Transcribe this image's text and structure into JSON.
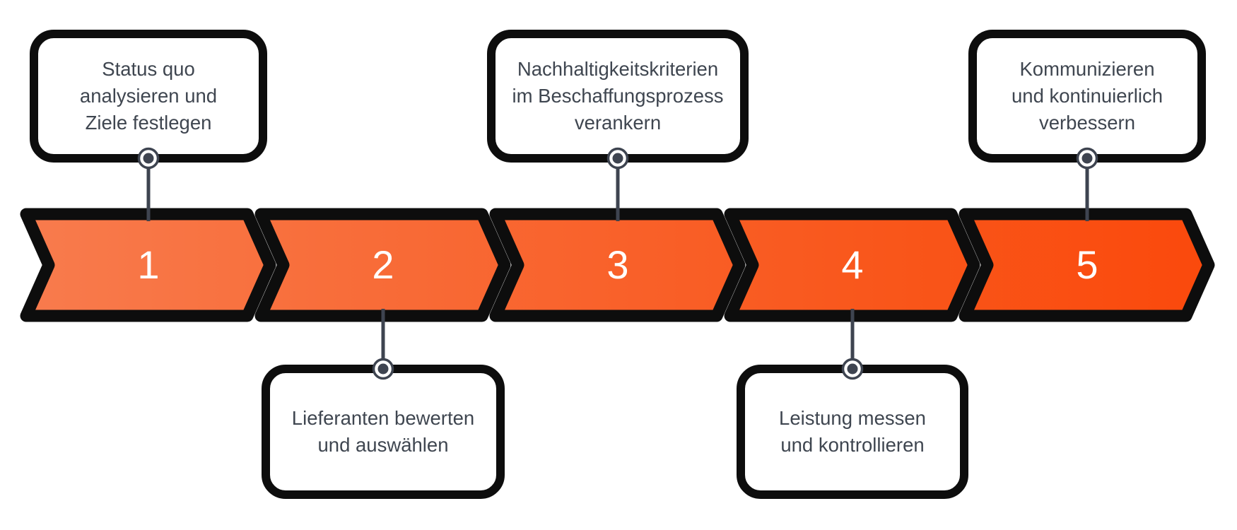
{
  "diagram": {
    "type": "process-chevron-timeline",
    "step_count": 5
  },
  "steps": [
    {
      "number": "1",
      "label": "Status quo analysieren und Ziele festlegen",
      "label_lines": [
        "Status quo",
        "analysieren und",
        "Ziele festlegen"
      ],
      "callout_position": "above",
      "color": "#F87B4D"
    },
    {
      "number": "2",
      "label": "Lieferanten bewerten und auswählen",
      "label_lines": [
        "Lieferanten bewerten",
        "und auswählen"
      ],
      "callout_position": "below",
      "color": "#F86E3B"
    },
    {
      "number": "3",
      "label": "Nachhaltigkeitskriterien im Beschaffungsprozess verankern",
      "label_lines": [
        "Nachhaltigkeitskriterien",
        "im Beschaffungsprozess",
        "verankern"
      ],
      "callout_position": "above",
      "color": "#F9612A"
    },
    {
      "number": "4",
      "label": "Leistung messen und kontrollieren",
      "label_lines": [
        "Leistung messen",
        "und kontrollieren"
      ],
      "callout_position": "below",
      "color": "#F95519"
    },
    {
      "number": "5",
      "label": "Kommunizieren und kontinuierlich verbessern",
      "label_lines": [
        "Kommunizieren",
        "und kontinuierlich",
        "verbessern"
      ],
      "callout_position": "above",
      "color": "#FA490C"
    }
  ],
  "colors": {
    "outline": "#0D0D0D",
    "connector": "#3E4450",
    "callout_bg": "#FFFFFF",
    "callout_text": "#3F4650",
    "number_text": "#FFFFFF"
  }
}
